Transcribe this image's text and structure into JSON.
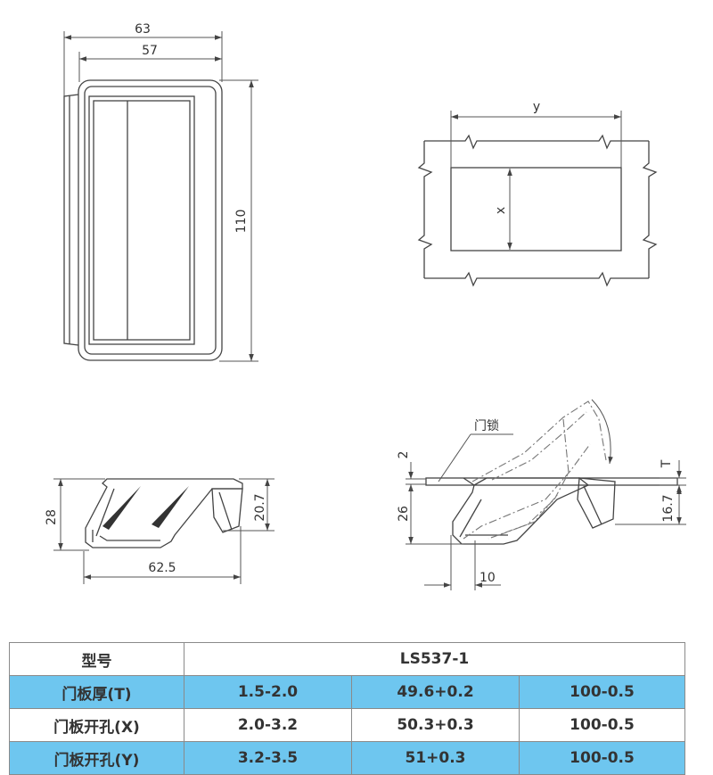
{
  "top_view": {
    "width_outer": "63",
    "width_inner": "57",
    "height": "110"
  },
  "cutout_view": {
    "y_label": "y",
    "x_label": "x"
  },
  "side_view": {
    "height": "28",
    "depth": "20.7",
    "length": "62.5"
  },
  "install_view": {
    "lock_label": "门锁",
    "dim_2": "2",
    "dim_26": "26",
    "dim_10": "10",
    "dim_T": "T",
    "dim_16_7": "16.7"
  },
  "table": {
    "header_label": "型号",
    "model": "LS537-1",
    "rows": [
      {
        "label": "门板厚(T)",
        "cells": [
          "1.5-2.0",
          "49.6+0.2",
          "100-0.5"
        ]
      },
      {
        "label": "门板开孔(X)",
        "cells": [
          "2.0-3.2",
          "50.3+0.3",
          "100-0.5"
        ]
      },
      {
        "label": "门板开孔(Y)",
        "cells": [
          "3.2-3.5",
          "51+0.3",
          "100-0.5"
        ]
      }
    ]
  },
  "colors": {
    "row_highlight": "#6ec6ef",
    "line": "#444444"
  }
}
